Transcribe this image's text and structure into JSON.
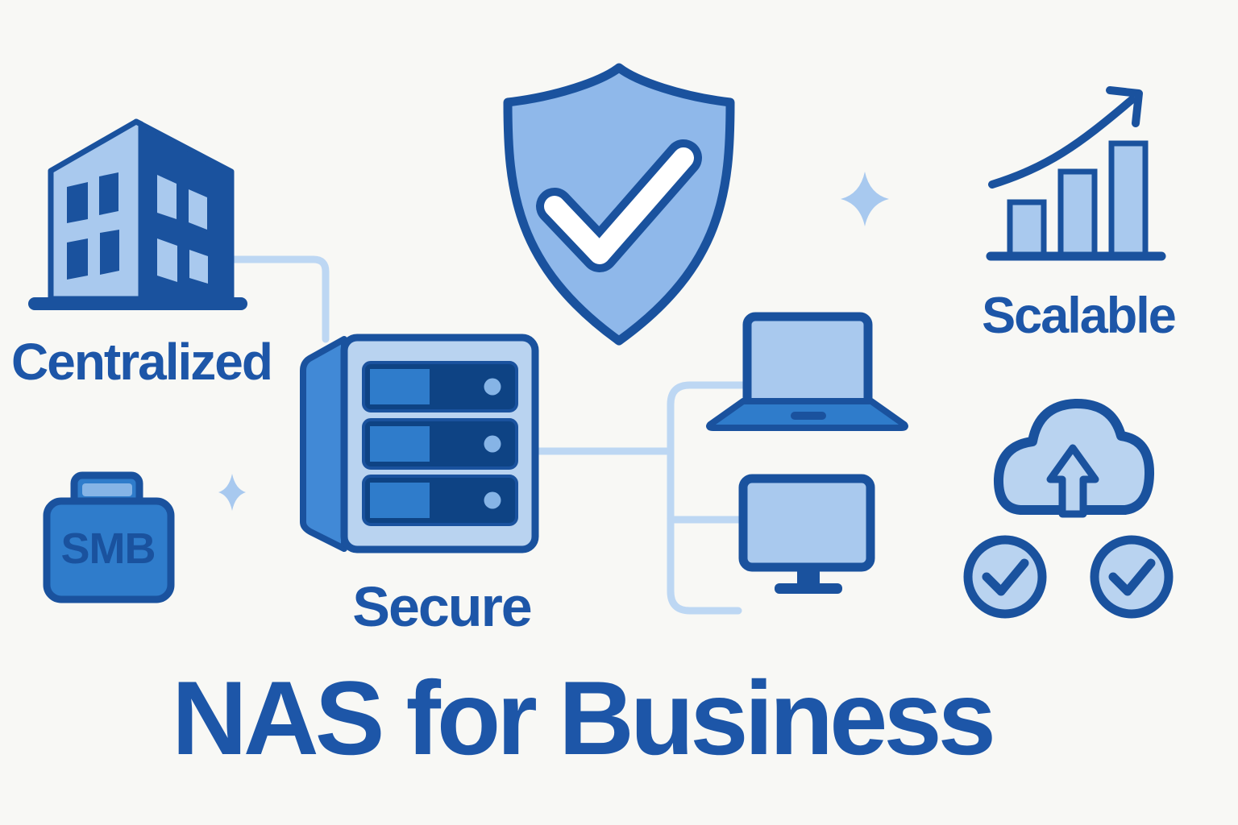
{
  "title": "NAS for Business",
  "features": {
    "centralized": {
      "label": "Centralized",
      "icon": "building-icon"
    },
    "smb": {
      "label": "SMB",
      "icon": "briefcase-icon"
    },
    "secure": {
      "label": "Secure",
      "icon": "nas-server-icon"
    },
    "protection": {
      "icon": "shield-check-icon"
    },
    "devices": {
      "icons": [
        "laptop-icon",
        "monitor-icon"
      ]
    },
    "scalable": {
      "label": "Scalable",
      "icon": "growth-chart-icon"
    },
    "cloud": {
      "icon": "cloud-upload-icon",
      "check_circle_count": 2
    },
    "sparkles": {
      "icon": "sparkle-icon",
      "count": 2
    }
  },
  "colors": {
    "background": "#f8f8f5",
    "navy": "#1a529e",
    "deep_navy": "#0e4384",
    "medium_blue": "#2f7ccb",
    "side_blue": "#4189d6",
    "panel_blue": "#b9d3f0",
    "light_blue": "#a9c9ee",
    "shield_blue": "#8fb8ea",
    "pale_line": "#bdd7f3",
    "sparkle_blue": "#a8c9ef",
    "accent_light": "#86b4e6",
    "text_blue": "#1d56a8",
    "white": "#ffffff"
  }
}
